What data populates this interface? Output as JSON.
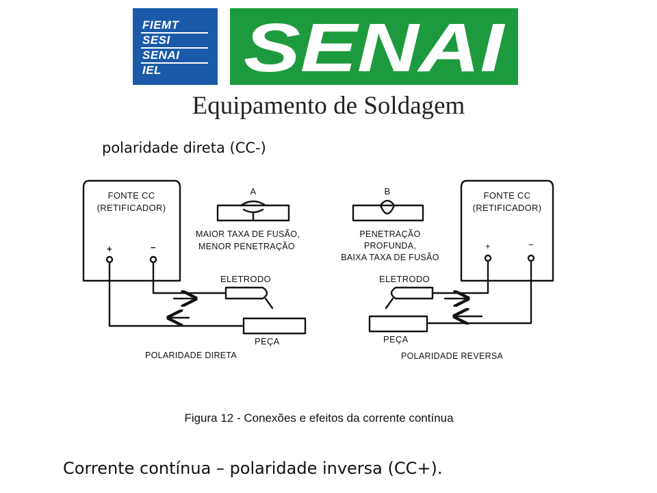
{
  "logo": {
    "lines": [
      "FIEMT",
      "SESI",
      "SENAI",
      "IEL"
    ],
    "wordmark": "SENAI",
    "colors": {
      "blue": "#1a5aa8",
      "green": "#1d9a3e"
    }
  },
  "title": "Equipamento de Soldagem",
  "subtitle": "polaridade direta (CC-)",
  "figure": {
    "left": {
      "source_label_1": "FONTE CC",
      "source_label_2": "(RETIFICADOR)",
      "plus": "+",
      "minus": "−",
      "electrode": "ELETRODO",
      "workpiece": "PEÇA",
      "polarity": "POLARIDADE DIRETA"
    },
    "right": {
      "source_label_1": "FONTE CC",
      "source_label_2": "(RETIFICADOR)",
      "plus": "+",
      "minus": "−",
      "electrode": "ELETRODO",
      "workpiece": "PEÇA",
      "polarity": "POLARIDADE REVERSA"
    },
    "effect_a": {
      "letter": "A",
      "line1": "MAIOR TAXA DE FUSÃO,",
      "line2": "MENOR PENETRAÇÃO"
    },
    "effect_b": {
      "letter": "B",
      "line1": "PENETRAÇÃO",
      "line2": "PROFUNDA,",
      "line3": "BAIXA TAXA DE FUSÃO"
    },
    "caption": "Figura 12 - Conexões e efeitos da corrente contínua"
  },
  "footer": "Corrente contínua – polaridade inversa (CC+)."
}
